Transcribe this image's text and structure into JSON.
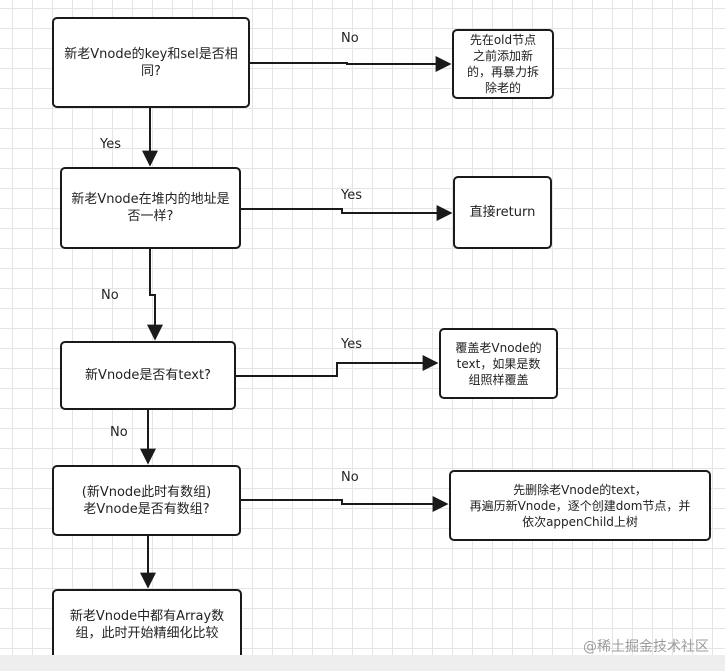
{
  "nodes": {
    "n1": "新老Vnode的key和sel是否相\n同?",
    "n1r": "先在old节点\n之前添加新\n的，再暴力拆\n除老的",
    "n2": "新老Vnode在堆内的地址是\n否一样?",
    "n2r": "直接return",
    "n3": "新Vnode是否有text?",
    "n3r": "覆盖老Vnode的\ntext，如果是数\n组照样覆盖",
    "n4": "(新Vnode此时有数组)\n老Vnode是否有数组?",
    "n4r": "先删除老Vnode的text，\n再遍历新Vnode，逐个创建dom节点，并\n依次appenChild上树",
    "n5": "新老Vnode中都有Array数\n组，此时开始精细化比较"
  },
  "edge_labels": {
    "e1_no": "No",
    "e1_yes": "Yes",
    "e2_yes": "Yes",
    "e2_no": "No",
    "e3_yes": "Yes",
    "e3_no": "No",
    "e4_no": "No"
  },
  "watermark": "@稀土掘金技术社区"
}
